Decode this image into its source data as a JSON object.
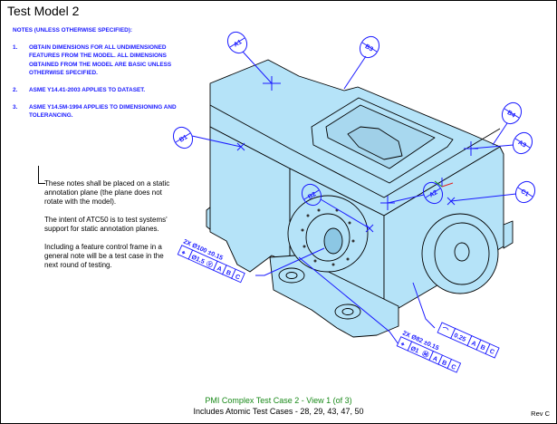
{
  "title": "Test Model 2",
  "notes": {
    "header": "NOTES (UNLESS OTHERWISE SPECIFIED):",
    "items": [
      {
        "num": "1.",
        "text": "OBTAIN DIMENSIONS FOR ALL UNDIMENSIONED FEATURES FROM THE MODEL.  ALL DIMENSIONS OBTAINED FROM THE MODEL ARE BASIC UNLESS OTHERWISE SPECIFIED."
      },
      {
        "num": "2.",
        "text": "ASME Y14.41-2003 APPLIES TO DATASET."
      },
      {
        "num": "3.",
        "text": "ASME Y14.5M-1994 APPLIES TO DIMENSIONING AND TOLERANCING."
      }
    ]
  },
  "side_notes": [
    "These notes shall be placed on a static annotation plane (the plane does not rotate with the model).",
    "The intent of ATC50 is to test systems' support for static annotation planes.",
    "Including a feature control frame in a general note will be a test case in the next round of testing."
  ],
  "datum_targets": [
    "A1",
    "B3",
    "B1",
    "B4",
    "A3",
    "B2",
    "A2",
    "C1"
  ],
  "callouts": {
    "hole_100": {
      "dimension": "2X Ø100 ±0.15",
      "symbol": "⌖",
      "tolerance": "Ø1.5",
      "modifier": "Ⓥ",
      "datums": [
        "A",
        "B",
        "C"
      ]
    },
    "hole_82": {
      "dimension": "2X Ø82 ±0.15",
      "symbol": "⌖",
      "tolerance": "Ø1",
      "modifier": "Ⓜ",
      "datums": [
        "A",
        "B",
        "C"
      ]
    },
    "profile": {
      "symbol": "⌒",
      "tolerance": "0.25",
      "datums": [
        "A",
        "B",
        "C"
      ]
    }
  },
  "axes": {
    "x": "x",
    "y": "y",
    "z": "z"
  },
  "caption": {
    "line1": "PMI Complex Test Case 2 - View 1 (of 3)",
    "line2": "Includes Atomic Test Cases - 28, 29, 43, 47, 50"
  },
  "revision": "Rev C",
  "colors": {
    "annotation": "#1a1aff",
    "model_fill": "#b5e3f8",
    "caption": "#1a8a1a"
  }
}
